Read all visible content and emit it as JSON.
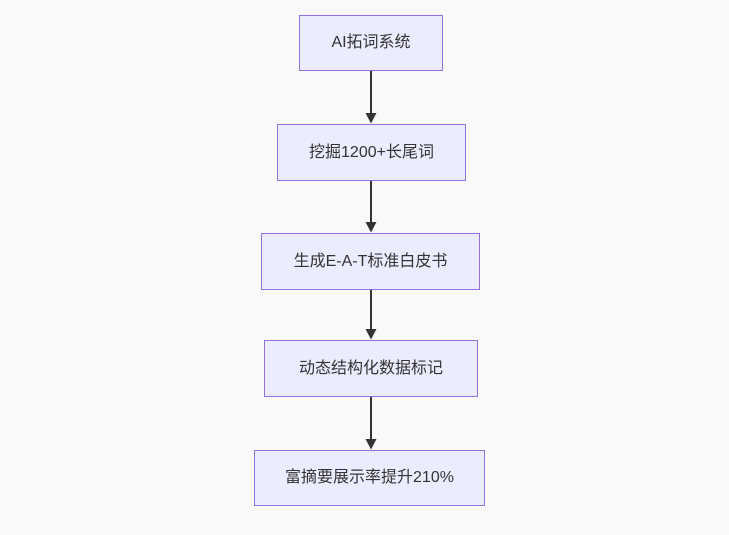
{
  "diagram": {
    "type": "flowchart-top-down",
    "background_color": "#f9f9f9",
    "node_fill_color": "#ECECFF",
    "node_border_color": "#9370DB",
    "arrow_color": "#333333",
    "text_color": "#333333",
    "nodes": [
      {
        "id": "A",
        "label": "AI拓词系统"
      },
      {
        "id": "B",
        "label": "挖掘1200+长尾词"
      },
      {
        "id": "C",
        "label": "生成E-A-T标准白皮书"
      },
      {
        "id": "D",
        "label": "动态结构化数据标记"
      },
      {
        "id": "E",
        "label": "富摘要展示率提升210%"
      }
    ],
    "edges": [
      {
        "from": "A",
        "to": "B"
      },
      {
        "from": "B",
        "to": "C"
      },
      {
        "from": "C",
        "to": "D"
      },
      {
        "from": "D",
        "to": "E"
      }
    ]
  }
}
